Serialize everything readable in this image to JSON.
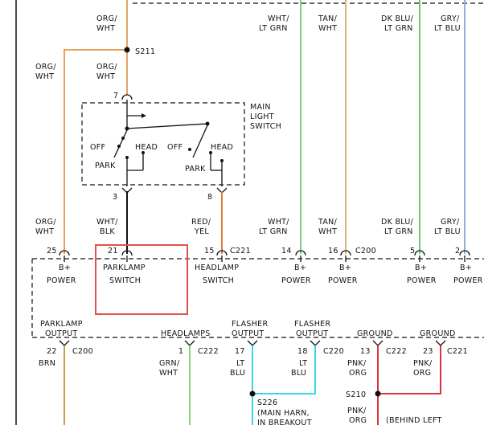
{
  "wires": {
    "org_wht": {
      "color": "#e8a05c",
      "top_label": [
        "ORG/",
        "WHT"
      ]
    },
    "wht_ltgrn": {
      "color": "#7bcf78",
      "top_label": [
        "WHT/",
        "LT GRN"
      ]
    },
    "tan_wht": {
      "color": "#d9b07a",
      "top_label": [
        "TAN/",
        "WHT"
      ]
    },
    "dkblu_ltgrn": {
      "color": "#6bc96b",
      "top_label": [
        "DK BLU/",
        "LT GRN"
      ]
    },
    "gry_ltblu": {
      "color": "#8fb0d8",
      "top_label": [
        "GRY/",
        "LT BLU"
      ]
    },
    "left_org_wht": [
      "ORG/",
      "WHT"
    ],
    "mid_org_wht": [
      "ORG/",
      "WHT"
    ],
    "lower_left": [
      "ORG/",
      "WHT"
    ],
    "wht_blk": {
      "color": "#111111",
      "label": [
        "WHT/",
        "BLK"
      ]
    },
    "red_yel": {
      "color": "#e07a3a",
      "label": [
        "RED/",
        "YEL"
      ]
    },
    "lower_wht_ltgrn": [
      "WHT/",
      "LT GRN"
    ],
    "lower_tan_wht": [
      "TAN/",
      "WHT"
    ],
    "lower_dkblu_ltgrn": [
      "DK BLU/",
      "LT GRN"
    ],
    "lower_gry_ltblu": [
      "GRY/",
      "LT BLU"
    ]
  },
  "splices": {
    "s211": "S211",
    "s226": "S226",
    "s210": "S210"
  },
  "main_light_switch": {
    "title": [
      "MAIN",
      "LIGHT",
      "SWITCH"
    ],
    "off_1": "OFF",
    "head_1": "HEAD",
    "park_1": "PARK",
    "off_2": "OFF",
    "head_2": "HEAD",
    "park_2": "PARK",
    "pin_top": "7",
    "pin_bl": "3",
    "pin_br": "8"
  },
  "connector": {
    "pins": {
      "p25": "25",
      "p21": "21",
      "p15": "15",
      "c221": "C221",
      "p14": "14",
      "p16": "16",
      "c200": "C200",
      "p5": "5",
      "p2": "2"
    },
    "labels": {
      "bplus_power_1": [
        "B+",
        "POWER"
      ],
      "parklamp_switch": [
        "PARKLAMP",
        "SWITCH"
      ],
      "headlamp_switch": [
        "HEADLAMP",
        "SWITCH"
      ],
      "bplus_power_2": [
        "B+",
        "POWER"
      ],
      "bplus_power_3": [
        "B+",
        "POWER"
      ],
      "bplus_power_4": [
        "B+",
        "POWER"
      ],
      "bplus_power_5": [
        "B+",
        "POWER"
      ]
    }
  },
  "outputs": {
    "parklamp_output": [
      "PARKLAMP",
      "OUTPUT"
    ],
    "headlamps": "HEADLAMPS",
    "flasher_output_1": [
      "FLASHER",
      "OUTPUT"
    ],
    "flasher_output_2": [
      "FLASHER",
      "OUTPUT"
    ],
    "ground_1": "GROUND",
    "ground_2": "GROUND"
  },
  "bottom_pins": {
    "p22": "22",
    "c200": "C200",
    "brn": "BRN",
    "p1": "1",
    "c222": "C222",
    "grn_wht": [
      "GRN/",
      "WHT"
    ],
    "p17": "17",
    "lt_blu_1": [
      "LT",
      "BLU"
    ],
    "p18": "18",
    "c220": "C220",
    "lt_blu_2": [
      "LT",
      "BLU"
    ],
    "p13": "13",
    "c222b": "C222",
    "pnk_org_1": [
      "PNK/",
      "ORG"
    ],
    "p23": "23",
    "c221": "C221",
    "pnk_org_2": [
      "PNK/",
      "ORG"
    ]
  },
  "bottom_notes": {
    "s226_note": [
      "(MAIN HARN,",
      "IN BREAKOUT"
    ],
    "pnk_org_3": [
      "PNK/",
      "ORG"
    ],
    "behind_left": "(BEHIND LEFT"
  },
  "highlight_box_color": "#e05050",
  "colors": {
    "cyan": "#38d6e8",
    "red": "#e0303a",
    "brn": "#c99a4a",
    "grn": "#8fd07a"
  }
}
